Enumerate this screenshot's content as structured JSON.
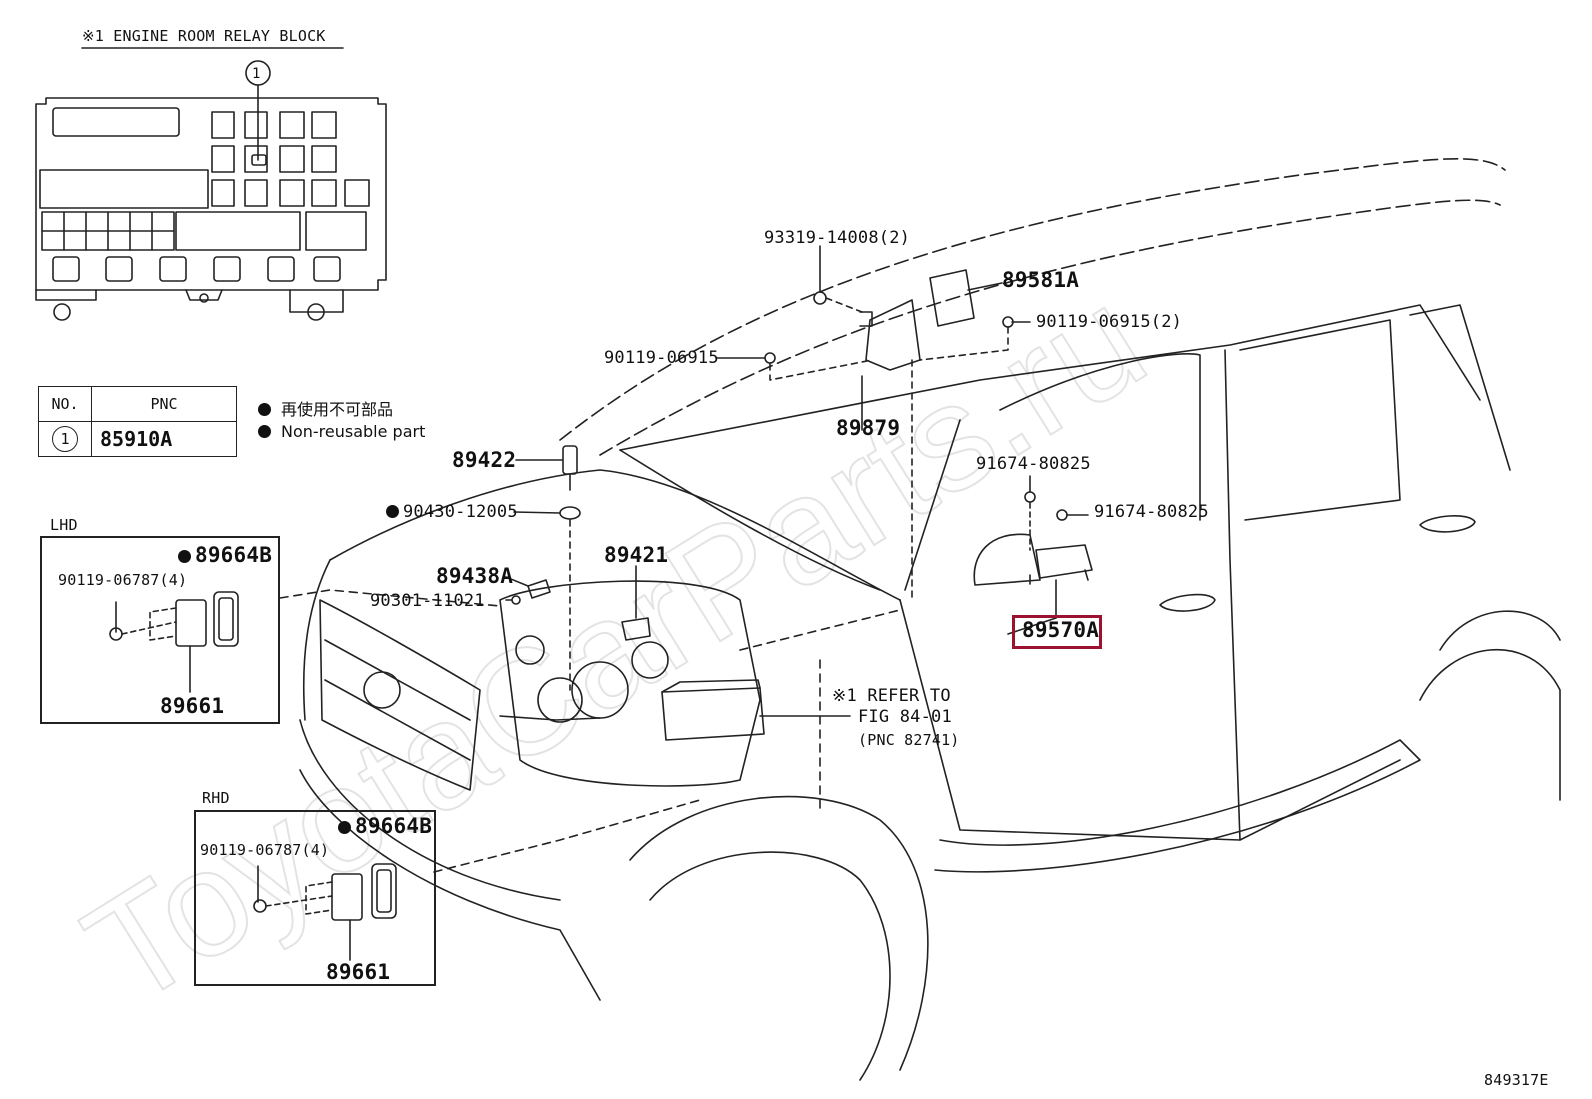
{
  "relay_block_title": "※1 ENGINE ROOM RELAY BLOCK",
  "relay_callout": "1",
  "table": {
    "headers": [
      "NO.",
      "PNC"
    ],
    "rows": [
      {
        "no": "1",
        "pnc": "85910A"
      }
    ]
  },
  "legend": {
    "line1": "再使用不可部品",
    "line2": "Non-reusable part"
  },
  "lhd": {
    "label": "LHD",
    "parts": {
      "p1": "89664B",
      "p2": "90119-06787(4)",
      "p3": "89661"
    }
  },
  "rhd": {
    "label": "RHD",
    "parts": {
      "p1": "89664B",
      "p2": "90119-06787(4)",
      "p3": "89661"
    }
  },
  "parts": {
    "p93319": "93319-14008(2)",
    "p89581A": "89581A",
    "p90119b": "90119-06915(2)",
    "p90119a": "90119-06915",
    "p89879": "89879",
    "p89422": "89422",
    "p90430": "90430-12005",
    "p91674a": "91674-80825",
    "p91674b": "91674-80825",
    "p89421": "89421",
    "p89438A": "89438A",
    "p90301": "90301-11021",
    "p89570A": "89570A"
  },
  "refer": {
    "line1": "※1 REFER TO",
    "line2": "FIG 84-01",
    "line3": "(PNC 82741)"
  },
  "figure_id": "849317E",
  "watermark": "ToyotaCarParts.ru",
  "colors": {
    "highlight": "#9b1230",
    "line": "#222222"
  }
}
